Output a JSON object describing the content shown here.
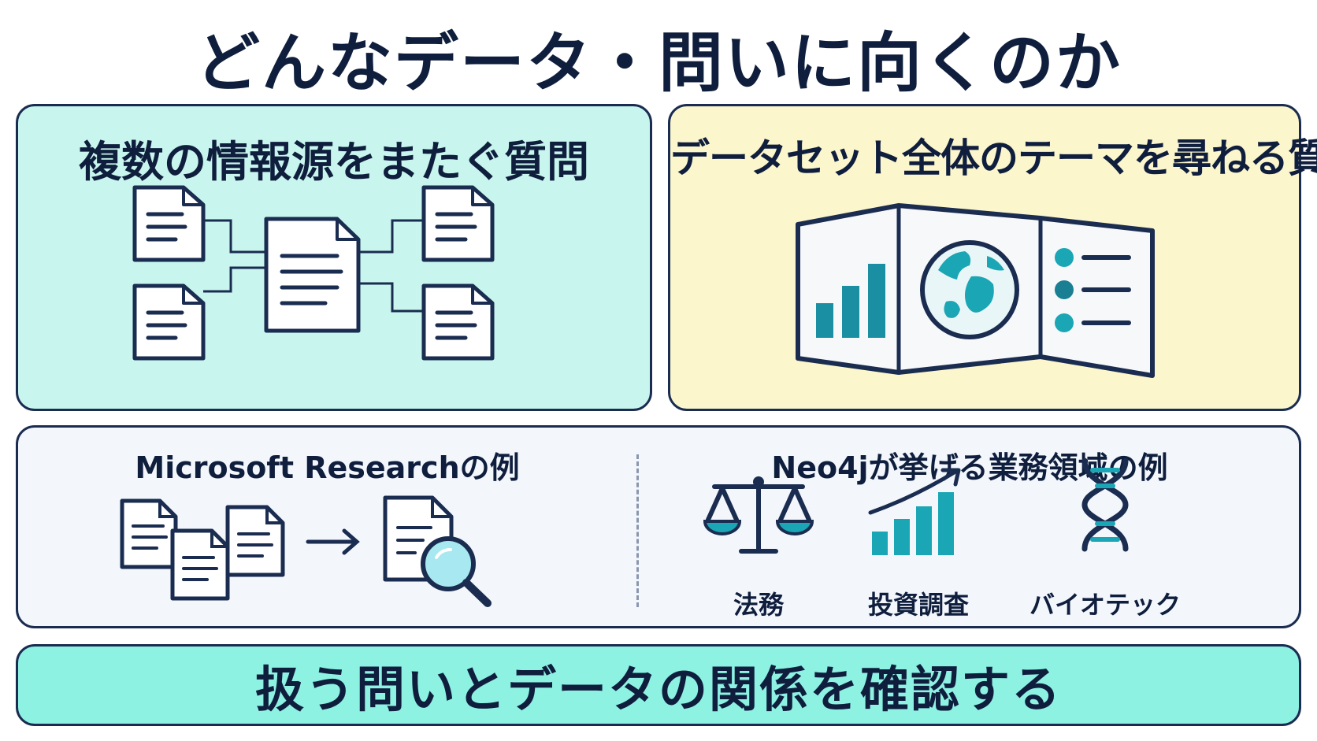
{
  "title": "どんなデータ・問いに向くのか",
  "panels": {
    "left": {
      "title": "複数の情報源をまたぐ質問",
      "icon": "document-network-icon"
    },
    "right": {
      "title": "データセット全体のテーマを尋ねる質問",
      "icon": "folded-map-icon"
    }
  },
  "examples": {
    "left_title": "Microsoft Researchの例",
    "right_title": "Neo4jが挙げる業務領域の例",
    "domains": [
      {
        "label": "法務",
        "icon": "scales-of-justice-icon"
      },
      {
        "label": "投資調査",
        "icon": "growth-chart-icon"
      },
      {
        "label": "バイオテック",
        "icon": "dna-helix-icon"
      }
    ]
  },
  "footer": "扱う問いとデータの関係を確認する",
  "colors": {
    "navy": "#1a2c50",
    "teal_panel": "#c8f6ee",
    "yellow_panel": "#fbf6cc",
    "teal_accent": "#1aa6b4",
    "footer": "#8ef2e3"
  }
}
